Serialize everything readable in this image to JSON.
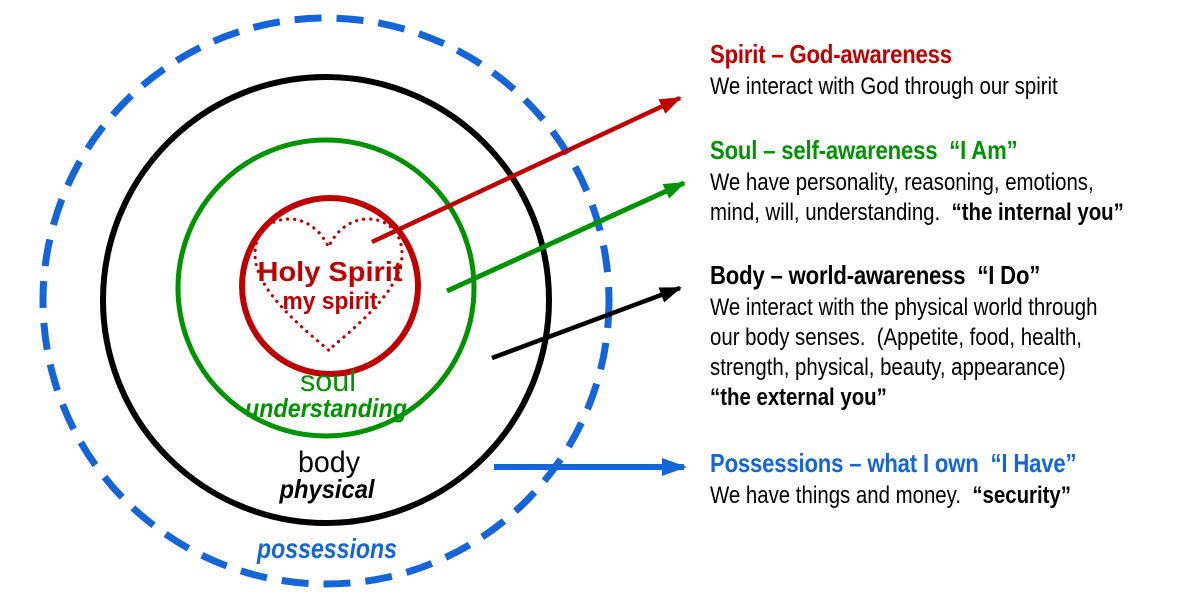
{
  "colors": {
    "red": "#c00000",
    "green": "#009300",
    "blue": "#1565d8",
    "black": "#000000"
  },
  "diagram": {
    "center": {
      "line1": "Holy Spirit",
      "line2": "my spirit"
    },
    "rings": {
      "soul": {
        "label": "soul",
        "sublabel": "understanding"
      },
      "body": {
        "label": "body",
        "sublabel": "physical"
      },
      "possessions": {
        "label": "possessions"
      }
    }
  },
  "annotations": [
    {
      "id": "spirit",
      "color": "red",
      "heading": "Spirit – God-awareness",
      "lines": [
        [
          {
            "t": "We interact with God through our spirit"
          }
        ]
      ]
    },
    {
      "id": "soul",
      "color": "green",
      "heading": "Soul – self-awareness  “I Am”",
      "lines": [
        [
          {
            "t": "We have personality, reasoning, emotions,"
          }
        ],
        [
          {
            "t": "mind, will, understanding.  "
          },
          {
            "t": "“the internal you”",
            "b": true
          }
        ]
      ]
    },
    {
      "id": "body",
      "color": "black",
      "heading": "Body – world-awareness  “I Do”",
      "lines": [
        [
          {
            "t": "We interact with the physical world through"
          }
        ],
        [
          {
            "t": "our body senses.  (Appetite, food, health,"
          }
        ],
        [
          {
            "t": "strength, physical, beauty, appearance)"
          }
        ],
        [
          {
            "t": "“the external you”",
            "b": true
          }
        ]
      ]
    },
    {
      "id": "possessions",
      "color": "blue",
      "heading": "Possessions – what I own  “I Have”",
      "lines": [
        [
          {
            "t": "We have things and money.  "
          },
          {
            "t": "“security”",
            "b": true
          }
        ]
      ]
    }
  ]
}
